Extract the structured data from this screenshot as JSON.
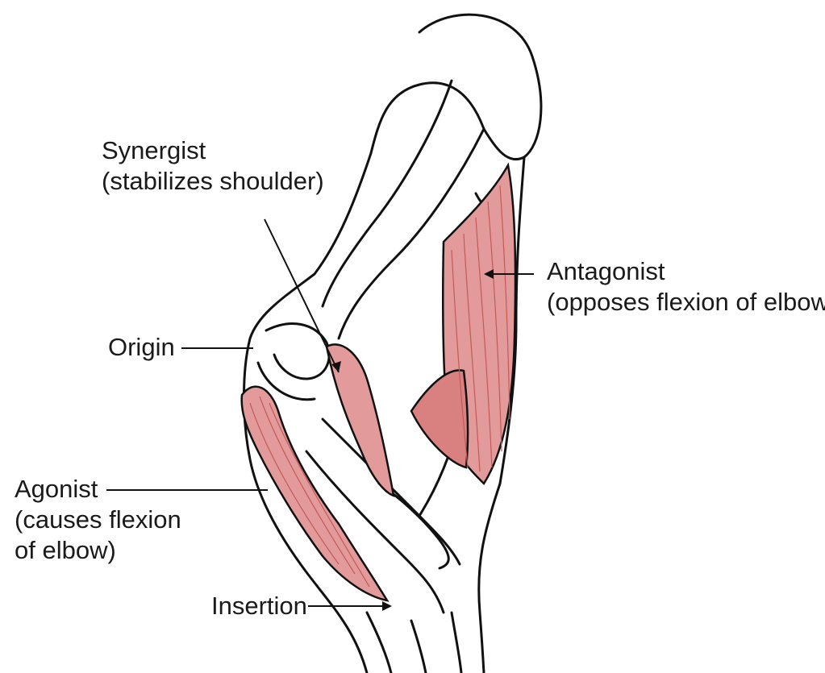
{
  "colors": {
    "background": "#ffffff",
    "muscle_fill": "#e39a9a",
    "muscle_shade": "#c25a5a",
    "outline": "#111111",
    "text": "#1a1a1a"
  },
  "labels": {
    "synergist": {
      "line1": "Synergist",
      "line2": "(stabilizes shoulder)"
    },
    "antagonist": {
      "line1": "Antagonist",
      "line2": "(opposes flexion of elbow)"
    },
    "origin": "Origin",
    "agonist": {
      "line1": "Agonist",
      "line2": "(causes flexion",
      "line3": "of elbow)"
    },
    "insertion": "Insertion"
  }
}
